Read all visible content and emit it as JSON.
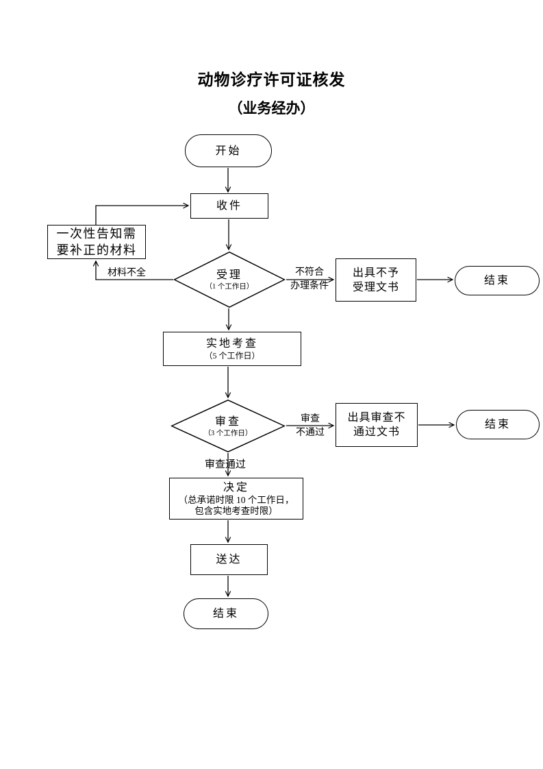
{
  "page": {
    "title": "动物诊疗许可证核发",
    "subtitle": "（业务经办）"
  },
  "nodes": {
    "start": {
      "label": "开始"
    },
    "receive": {
      "label": "收件"
    },
    "notify": {
      "line1": "一次性告知需",
      "line2": "要补正的材料"
    },
    "accept": {
      "label": "受理",
      "duration": "（1 个工作日）"
    },
    "reject_doc": {
      "line1": "出具不予",
      "line2": "受理文书"
    },
    "end_reject": {
      "label": "结束"
    },
    "site_visit": {
      "label": "实地考查",
      "duration": "（5 个工作日）"
    },
    "review": {
      "label": "审查",
      "duration": "（3 个工作日）"
    },
    "review_fail_doc": {
      "line1": "出具审查不",
      "line2": "通过文书"
    },
    "end_review": {
      "label": "结束"
    },
    "decision": {
      "label": "决定",
      "note_line1": "（总承诺时限 10 个工作日，",
      "note_line2": "包含实地考查时限）"
    },
    "deliver": {
      "label": "送达"
    },
    "end_final": {
      "label": "结束"
    }
  },
  "edge_labels": {
    "materials_incomplete": "材料不全",
    "not_meet_line1": "不符合",
    "not_meet_line2": "办理条件",
    "review_fail_line1": "审查",
    "review_fail_line2": "不通过",
    "review_pass": "审查通过"
  },
  "colors": {
    "line": "#000000",
    "background": "#ffffff",
    "text": "#000000"
  }
}
